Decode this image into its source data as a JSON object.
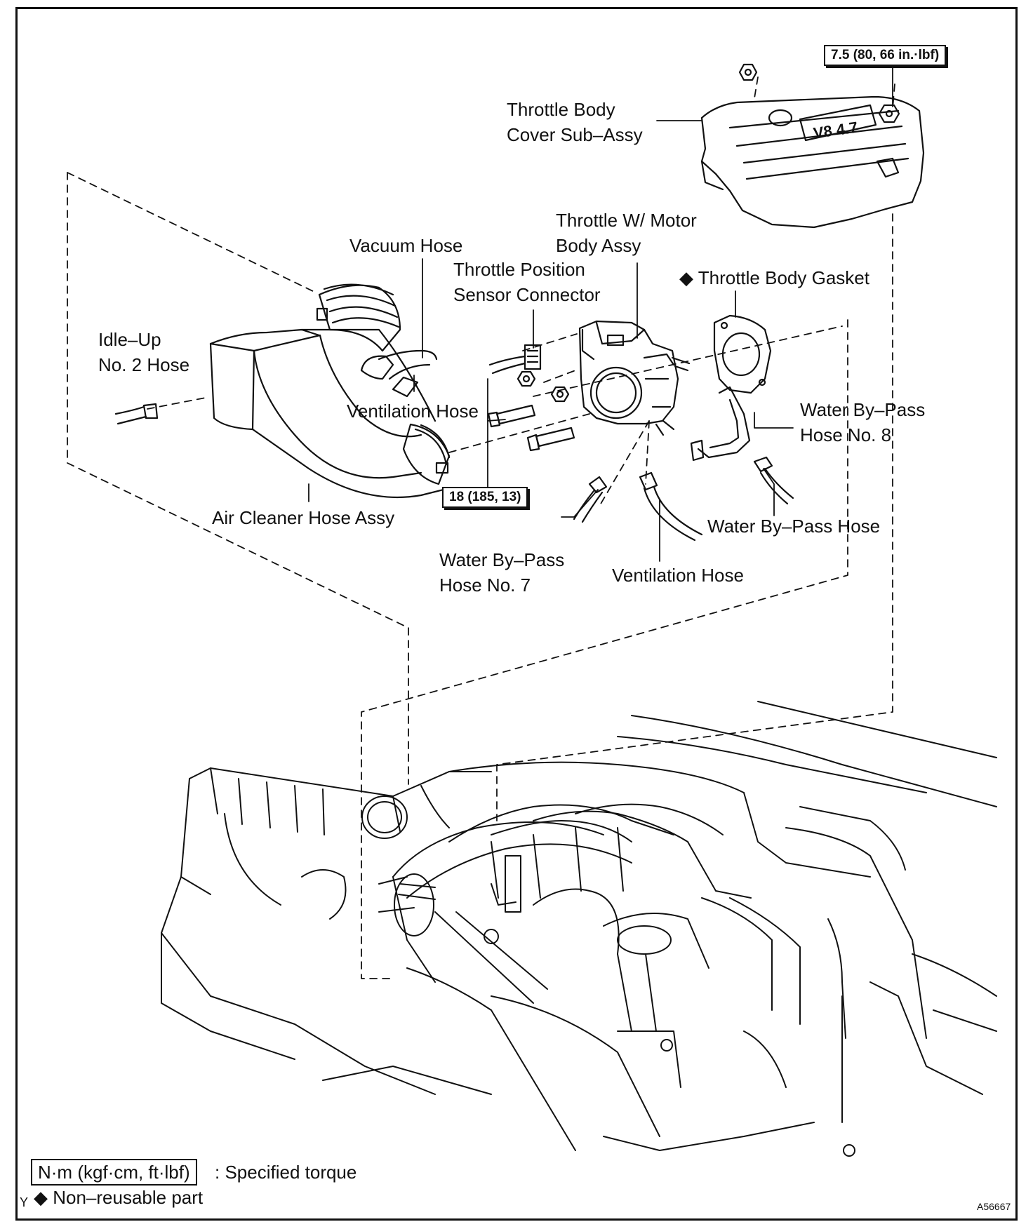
{
  "labels": {
    "throttle_body_cover": [
      "Throttle Body",
      "Cover Sub–Assy"
    ],
    "throttle_motor_body": [
      "Throttle W/ Motor",
      "Body Assy"
    ],
    "vacuum_hose": "Vacuum Hose",
    "tps_connector": [
      "Throttle Position",
      "Sensor Connector"
    ],
    "throttle_body_gasket": "◆ Throttle Body Gasket",
    "idle_up_hose": [
      "Idle–Up",
      "No. 2 Hose"
    ],
    "ventilation_hose_upper": "Ventilation Hose",
    "water_bypass_hose_8": [
      "Water By–Pass",
      "Hose No. 8"
    ],
    "air_cleaner_hose": "Air Cleaner Hose Assy",
    "water_bypass_hose": "Water By–Pass Hose",
    "water_bypass_hose_7": [
      "Water By–Pass",
      "Hose No. 7"
    ],
    "ventilation_hose_lower": "Ventilation Hose"
  },
  "torque": {
    "cover_nut": "7.5 (80, 66 in.·lbf)",
    "throttle_bolt": "18 (185, 13)"
  },
  "legend": {
    "torque_unit": "N·m (kgf·cm, ft·lbf)",
    "torque_desc": ": Specified torque",
    "nonreusable": "◆ Non–reusable part"
  },
  "corner_mark": "Y",
  "figure_id": "A56667"
}
